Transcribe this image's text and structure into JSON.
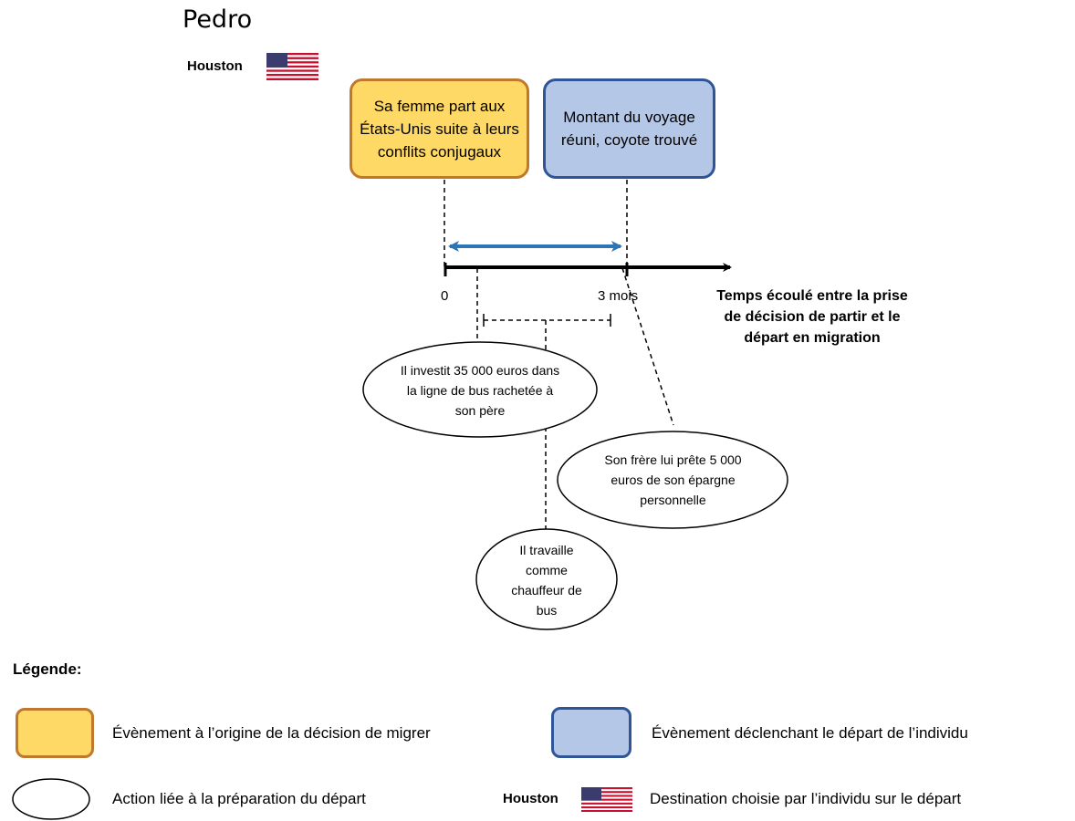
{
  "title": "Pedro",
  "destination": {
    "city": "Houston",
    "flag": "us-flag-icon"
  },
  "events": {
    "origin": "Sa femme part aux États-Unis suite à leurs conflits conjugaux",
    "trigger": "Montant du voyage réuni, coyote trouvé"
  },
  "timeline": {
    "start_label": "0",
    "end_label": "3 mois",
    "axis_label": "Temps écoulé entre la prise de décision de partir et le départ en migration"
  },
  "actions": {
    "invest": "Il investit 35 000 euros dans la ligne de bus rachetée à son père",
    "loan": "Son frère lui prête 5 000 euros de son épargne personnelle",
    "work": "Il travaille comme chauffeur de bus"
  },
  "legend": {
    "title": "Légende:",
    "origin_event": "Évènement à l’origine de la décision de migrer",
    "trigger_event": "Évènement déclenchant le départ de l’individu",
    "action": "Action liée à la préparation du départ",
    "destination_city": "Houston",
    "destination": "Destination choisie par l’individu sur le départ"
  },
  "colors": {
    "origin_fill": "#ffd966",
    "origin_border": "#c0782c",
    "trigger_fill": "#b4c7e7",
    "trigger_border": "#2f5597",
    "span_arrow": "#2e75b6"
  }
}
